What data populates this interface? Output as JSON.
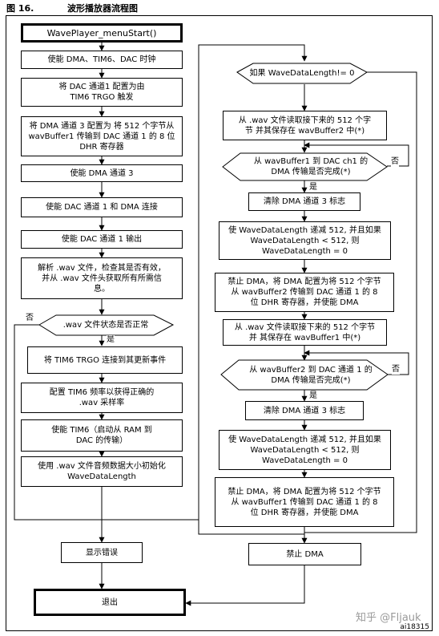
{
  "figure": {
    "number": "图 16.",
    "title": "波形播放器流程图",
    "id": "ai18315"
  },
  "watermark": "知乎 @Fljauk",
  "branch_labels": {
    "yes": "是",
    "no": "否"
  },
  "left_column": [
    "WavePlayer_menuStart()",
    "使能 DMA、TIM6、DAC 时钟",
    "将 DAC 通道1 配置为由 TIM6 TRGO 触发",
    "将 DMA 通道 3 配置为 将 512 个字节从 wavBuffer1 传输到 DAC 通道 1 的 8 位 DHR 寄存器",
    "使能 DMA 通道 3",
    "使能 DAC 通道 1 和 DMA 连接",
    "使能 DAC 通道 1 输出",
    "解析 .wav 文件，检查其是否有效， 并从 .wav 文件头获取所有所需信息。",
    ".wav 文件状态是否正常",
    "将 TIM6 TRGO 连接到其更新事件",
    "配置 TIM6 频率以获得正确的 .wav 采样率",
    "使能 TIM6（启动从 RAM 到 DAC 的传输）",
    "使用 .wav 文件音频数据大小初始化 WaveDataLength",
    "显示错误",
    "退出"
  ],
  "right_column": [
    "如果 WaveDataLength!= 0",
    "从 .wav 文件读取接下来的 512 个字节 并其保存在 wavBuffer2 中(*)",
    "从 wavBuffer1 到 DAC ch1 的 DMA 传输是否完成(*)",
    "清除 DMA 通道 3 标志",
    "使 WaveDataLength 递减 512, 并且如果 WaveDataLength < 512, 则 WaveDataLength = 0",
    "禁止 DMA，将 DMA 配置为将 512 个字节 从 wavBuffer2 传输到 DAC 通道 1 的 8 位 DHR 寄存器，并使能 DMA",
    "从 .wav 文件读取接下来的 512 个字节并 其保存在 wavBuffer1 中(*)",
    "从 wavBuffer2 到 DAC 通道 1 的 DMA 传输是否完成(*)",
    "清除 DMA 通道 3 标志",
    "使 WaveDataLength 递减 512, 并且如果 WaveDataLength < 512, 则 WaveDataLength = 0",
    "禁止 DMA，将 DMA 配置为将 512 个字节 从 wavBuffer1 传输到 DAC 通道 1 的 8 位 DHR 寄存器，并使能 DMA",
    "禁止 DMA"
  ]
}
